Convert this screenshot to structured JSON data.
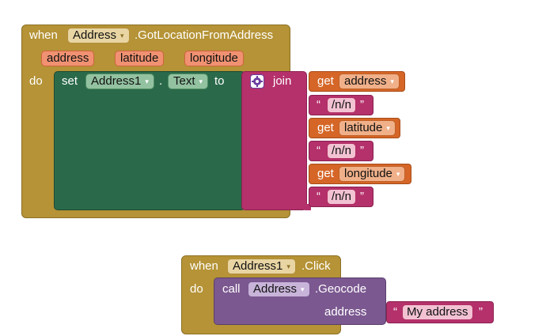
{
  "event1": {
    "when": "when",
    "component": "Address",
    "event": ".GotLocationFromAddress",
    "params": [
      "address",
      "latitude",
      "longitude"
    ],
    "do": "do",
    "set": "set",
    "target": "Address1",
    "dot": ".",
    "property": "Text",
    "to": "to",
    "join": "join",
    "get": "get",
    "items": [
      {
        "var": "address"
      },
      {
        "str": "/n/n"
      },
      {
        "var": "latitude"
      },
      {
        "str": "/n/n"
      },
      {
        "var": "longitude"
      },
      {
        "str": "/n/n"
      }
    ]
  },
  "event2": {
    "when": "when",
    "component": "Address1",
    "event": ".Click",
    "do": "do",
    "call": "call",
    "callComponent": "Address",
    "method": ".Geocode",
    "argName": "address",
    "argValue": "My address"
  },
  "quote_open": "“",
  "quote_close": "”",
  "dropdown_glyph": "▾",
  "colors": {
    "event": "#b59336",
    "setter": "#2a6a4a",
    "join": "#b5316b",
    "variable": "#d56627",
    "method": "#7b5890"
  },
  "icons": [
    "gear-icon",
    "chevron-down-icon"
  ]
}
